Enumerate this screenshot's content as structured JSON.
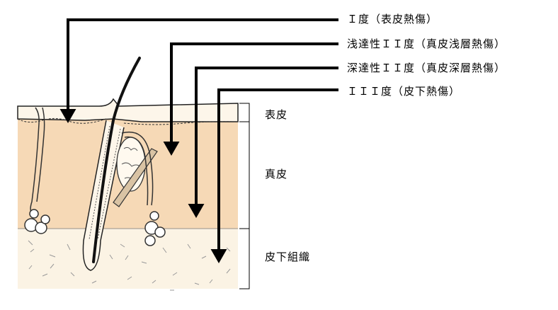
{
  "burn_degrees": [
    {
      "label": "Ｉ度（表皮熱傷）"
    },
    {
      "label": "浅達性ＩＩ度（真皮浅層熱傷）"
    },
    {
      "label": "深達性ＩＩ度（真皮深層熱傷）"
    },
    {
      "label": "ＩＩＩ度（皮下熱傷）"
    }
  ],
  "skin_layers": [
    {
      "label": "表皮"
    },
    {
      "label": "真皮"
    },
    {
      "label": "皮下組織"
    }
  ],
  "colors": {
    "dermis": "#f6d9b6",
    "epidermis": "#fdf6ea",
    "subcutis": "#fbf3e4",
    "line": "#000000"
  }
}
